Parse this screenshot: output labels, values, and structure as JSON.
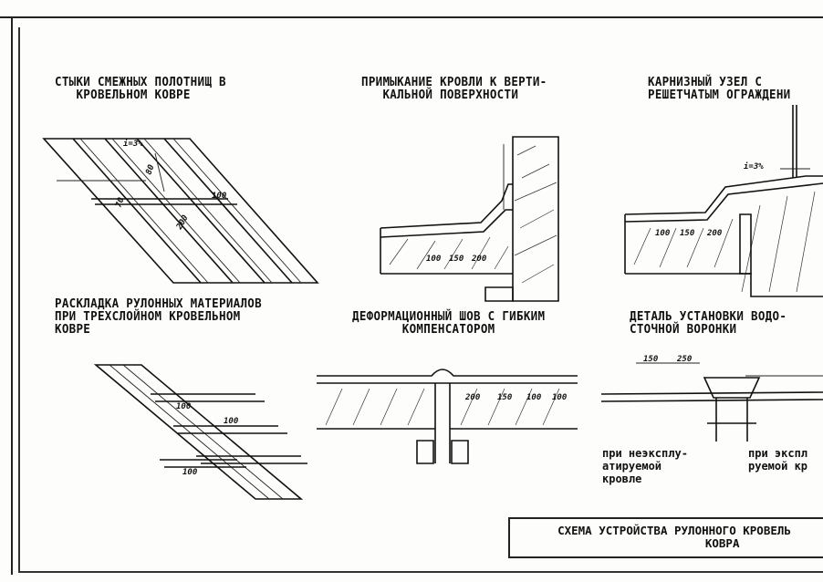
{
  "sections": {
    "joints": {
      "title": "СТЫКИ СМЕЖНЫХ ПОЛОТНИЩ В\n   КРОВЕЛЬНОМ КОВРЕ",
      "dims": [
        "i=3%",
        "80",
        "70",
        "100",
        "200"
      ]
    },
    "abutment": {
      "title": "ПРИМЫКАНИЕ КРОВЛИ К ВЕРТИ-\n   КАЛЬНОЙ ПОВЕРХНОСТИ",
      "dims": [
        "100",
        "150",
        "200"
      ]
    },
    "eaves": {
      "title": "КАРНИЗНЫЙ УЗЕЛ С\nРЕШЕТЧАТЫМ ОГРАЖДЕНИ",
      "dims": [
        "i=3%",
        "100",
        "150",
        "200"
      ]
    },
    "layout": {
      "title": "РАСКЛАДКА РУЛОННЫХ МАТЕРИАЛОВ\nПРИ ТРЕХСЛОЙНОМ КРОВЕЛЬНОМ\nКОВРЕ",
      "dims": [
        "100",
        "100",
        "100"
      ]
    },
    "expansion": {
      "title": "ДЕФОРМАЦИОННЫЙ ШОВ С ГИБКИМ\n       КОМПЕНСАТОРОМ",
      "dims": [
        "200",
        "150",
        "100",
        "100"
      ]
    },
    "drain": {
      "title": "ДЕТАЛЬ УСТАНОВКИ ВОДО-\nСТОЧНОЙ ВОРОНКИ",
      "dims": [
        "150",
        "250"
      ],
      "note_left": "при неэксплу-\nатируемой\nкровле",
      "note_right": "при экспл\nруемой кр"
    }
  },
  "sheet_title": "СХЕМА УСТРОЙСТВА РУЛОННОГО КРОВЕЛЬ\n              КОВРА"
}
